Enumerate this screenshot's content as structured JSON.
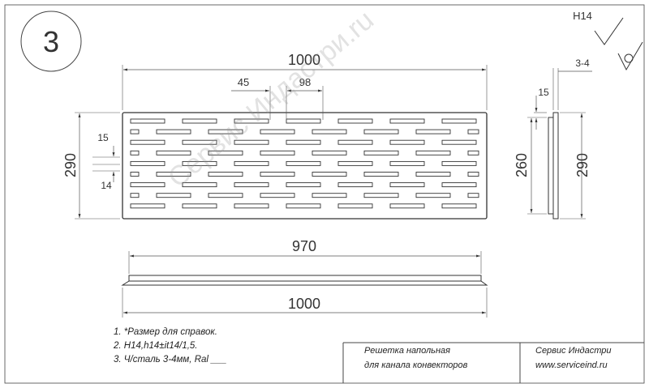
{
  "drawing_number": "3",
  "dimensions": {
    "overall_length": "1000",
    "slot_offset": "45",
    "slot_length": "98",
    "height": "290",
    "slot_pitch": "15",
    "slot_width": "14",
    "inner_length": "970",
    "bottom_length": "1000",
    "side_inner_height": "260",
    "side_height": "290",
    "side_flange": "15",
    "thickness": "3-4"
  },
  "surface_finish": "H14",
  "notes": [
    "1. *Размер для справок.",
    "2. H14,h14±it14/1,5.",
    "3. Ч/сталь 3-4мм, Ral ___"
  ],
  "title_block": {
    "product_line1": "Решетка напольная",
    "product_line2": "для канала конвекторов",
    "company": "Сервис Индастри",
    "website": "www.serviceind.ru"
  },
  "watermark": "Сервис Индастри.ru"
}
